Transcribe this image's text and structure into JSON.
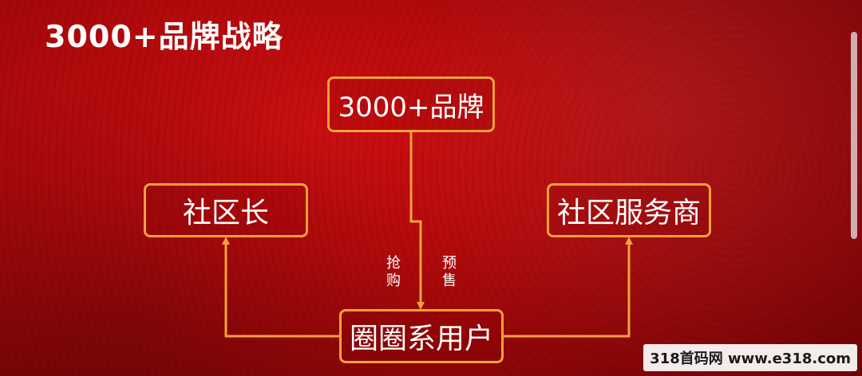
{
  "title": "3000+品牌战略",
  "nodes": {
    "brand": "3000+品牌",
    "community_leader": "社区长",
    "community_provider": "社区服务商",
    "circle_user": "圈圈系用户"
  },
  "edge_labels": {
    "flash_buy": "抢购",
    "presale": "预售"
  },
  "watermark": "318首码网 www.e318.com",
  "colors": {
    "background": "#b60a0c",
    "accent": "#f3a13a",
    "text": "#ffffff"
  }
}
